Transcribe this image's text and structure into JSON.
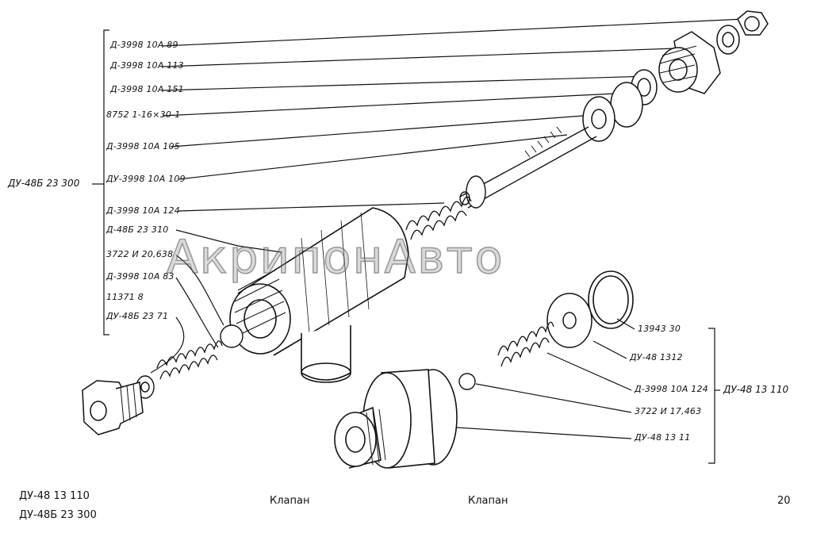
{
  "watermark": "АкрипонАвто",
  "left_group": {
    "assembly": "ДУ-48Б 23 300",
    "parts": [
      "Д-3998 10А 89",
      "Д-3998 10А 113",
      "Д-3998 10А 151",
      "8752 1-16×30-1",
      "Д-3998 10А 105",
      "ДУ-3998 10А 109",
      "Д-3998 10А 124",
      "Д-48Б 23 310",
      "3722 И 20,638",
      "Д-3998 10А 83",
      "11371 8",
      "ДУ-48Б 23 71"
    ]
  },
  "right_group": {
    "assembly": "ДУ-48 13 110",
    "parts": [
      "13943 30",
      "ДУ-48 1312",
      "Д-3998 10А 124",
      "3722 И 17,463",
      "ДУ-48 13 11"
    ]
  },
  "footer": {
    "code_1": "ДУ-48 13 110",
    "code_2": "ДУ-48Б 23 300",
    "title_1": "Клапан",
    "title_2": "Клапан",
    "page_number": "20"
  }
}
